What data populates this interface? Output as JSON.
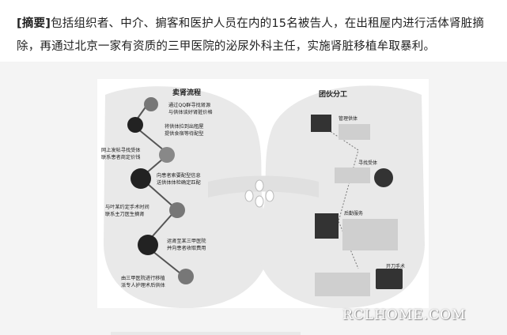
{
  "summary": {
    "tag": "[摘要]",
    "text": "包括组织者、中介、掮客和医护人员在内的15名被告人，在出租屋内进行活体肾脏摘除，再通过北京一家有资质的三甲医院的泌尿外科主任，实施肾脏移植牟取暴利。"
  },
  "infographic": {
    "left_title": "卖肾流程",
    "right_title": "团伙分工",
    "steps": [
      {
        "label": "通过QQ群寻找肾源\n与供体谈好肾脏价格",
        "icon": "person-icon"
      },
      {
        "label": "将供体拉到出租屋\n提供食宿等待配型",
        "icon": "flask-icon"
      },
      {
        "label": "网上发帖寻找受体\n联系患者商定价钱",
        "icon": "doctor-icon"
      },
      {
        "label": "向患者索要配型信息\n送供体体检确定匹配",
        "icon": "stethoscope-icon"
      },
      {
        "label": "与叶某约定手术时间\n联系主刀医生摘肾",
        "icon": "syringe-icon"
      },
      {
        "label": "运肾至某三甲医院\n并向患者收取费用",
        "icon": "truck-icon"
      },
      {
        "label": "由三甲医院进行移植\n派专人护理术后供体",
        "icon": "bed-icon"
      }
    ],
    "roles": [
      {
        "title": "管理供体",
        "icon": "manager-icon"
      },
      {
        "title": "寻找受体",
        "icon": "search-person-icon"
      },
      {
        "title": "后勤服务",
        "icon": "group-icon"
      },
      {
        "title": "开刀手术",
        "icon": "medkit-icon"
      }
    ]
  },
  "watermark": "RCLHOME.COM"
}
